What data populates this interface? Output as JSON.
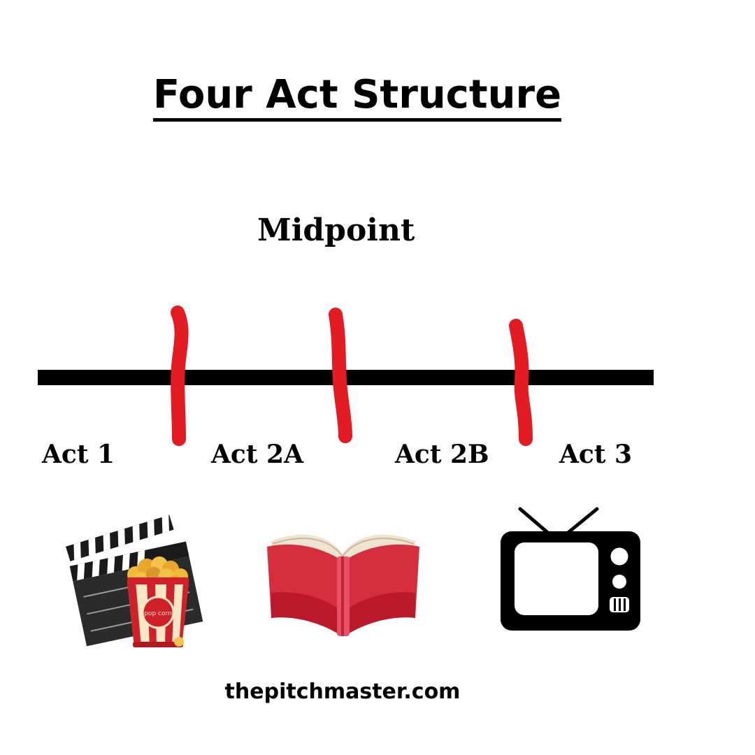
{
  "title": "Four Act Structure",
  "midpoint_label": "Midpoint",
  "acts": [
    {
      "label": "Act 1"
    },
    {
      "label": "Act 2A"
    },
    {
      "label": "Act 2B"
    },
    {
      "label": "Act 3"
    }
  ],
  "icons": [
    "clapperboard-popcorn-icon",
    "open-book-icon",
    "television-icon"
  ],
  "popcorn_text": "pop corn",
  "footer": "thepitchmaster.com",
  "colors": {
    "timeline": "#000000",
    "markers": "#e31b23",
    "book": "#d42e3f",
    "popcorn_stripe": "#d0202a"
  }
}
